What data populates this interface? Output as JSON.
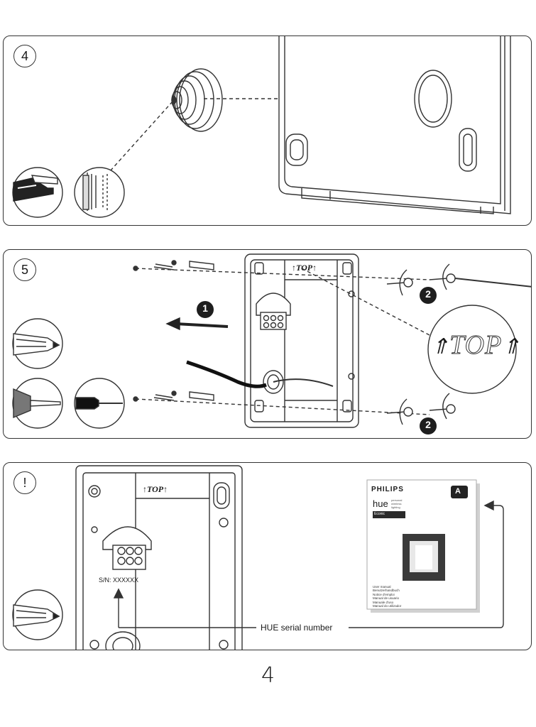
{
  "steps": [
    {
      "id": "step-4",
      "label": "4"
    },
    {
      "id": "step-5",
      "label": "5"
    },
    {
      "id": "step-warning",
      "label": "!"
    }
  ],
  "step5": {
    "top_mark_small": "↑TOP↑",
    "top_mark_large": "TOP",
    "callout_1": "1",
    "callout_2": "2"
  },
  "warning": {
    "top_mark": "↑TOP↑",
    "serial_label": "S/N: XXXXXX",
    "serial_caption": "HUE serial number",
    "manual": {
      "brand": "PHILIPS",
      "product_line": "hue",
      "product_tagline": [
        "personal",
        "wireless",
        "lighting"
      ],
      "product_name": "Econic",
      "energy_class": "A",
      "languages": [
        "User manual",
        "Benutzerhandbuch",
        "Notice d'emploi",
        "Manual de usuario",
        "Manuale d'uso",
        "Manual do utilizador"
      ]
    }
  },
  "page_number": "4",
  "colors": {
    "line": "#333333",
    "accent_dark": "#1e1e1e",
    "manual_header": "#2a2a2a"
  }
}
